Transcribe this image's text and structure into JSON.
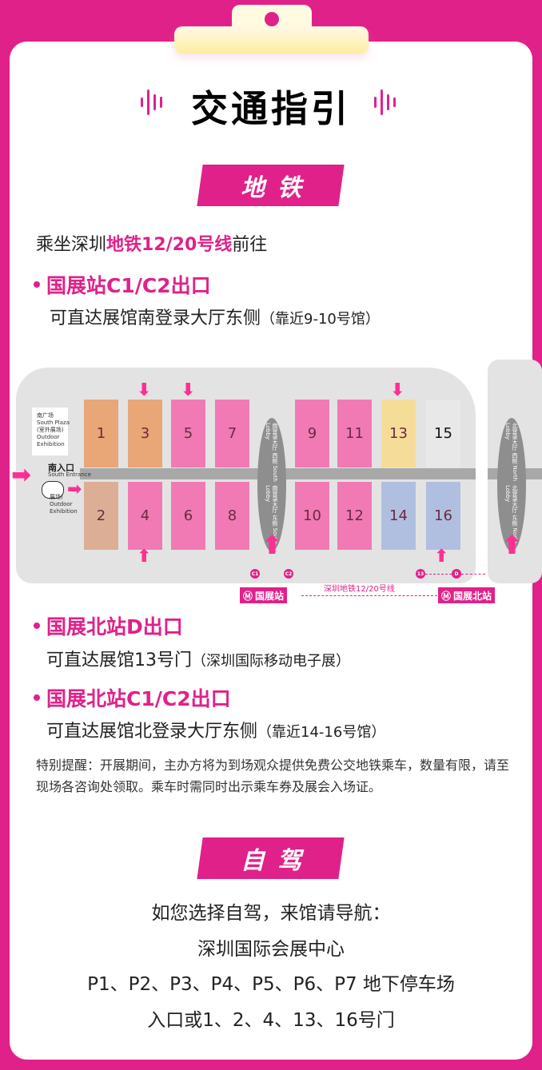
{
  "title": "交通指引",
  "metro": {
    "banner": "地铁",
    "intro_prefix": "乘坐深圳",
    "intro_highlight": "地铁12/20号线",
    "intro_suffix": "前往",
    "exits": [
      {
        "name": "国展站C1/C2出口",
        "desc": "可直达展馆南登录大厅东侧",
        "note": "（靠近9-10号馆）"
      },
      {
        "name": "国展北站D出口",
        "desc": "可直达展馆13号门",
        "note": "（深圳国际移动电子展）"
      },
      {
        "name": "国展北站C1/C2出口",
        "desc": "可直达展馆北登录大厅东侧",
        "note": "（靠近14-16号馆）"
      }
    ],
    "notice": "特别提醒：开展期间，主办方将为到场观众提供免费公交地铁乘车，数量有限，请至现场各咨询处领取。乘车时需同时出示乘车券及展会入场证。"
  },
  "map": {
    "halls": [
      {
        "n": "1",
        "color": "#e9a677"
      },
      {
        "n": "3",
        "color": "#e9a677"
      },
      {
        "n": "5",
        "color": "#f17ab5"
      },
      {
        "n": "7",
        "color": "#f17ab5"
      },
      {
        "n": "9",
        "color": "#f17ab5"
      },
      {
        "n": "11",
        "color": "#f17ab5"
      },
      {
        "n": "13",
        "color": "#f5dc98"
      },
      {
        "n": "15",
        "color": "#e8e8e8"
      },
      {
        "n": "2",
        "color": "#dcae95"
      },
      {
        "n": "4",
        "color": "#f17ab5"
      },
      {
        "n": "6",
        "color": "#f17ab5"
      },
      {
        "n": "8",
        "color": "#f17ab5"
      },
      {
        "n": "10",
        "color": "#f17ab5"
      },
      {
        "n": "12",
        "color": "#f17ab5"
      },
      {
        "n": "14",
        "color": "#b0bfe0"
      },
      {
        "n": "16",
        "color": "#b0bfe0"
      }
    ],
    "south_plaza": "南广场\nSouth Plaza\n(室外展场)\nOutdoor\nExhibition",
    "south_entrance": "南入口",
    "south_entrance_en": "South Entrance",
    "outdoor2": "展场)\nOutdoor\nExhibition",
    "south_lobby_west": "南登录大厅 西侧 South Lobby",
    "south_lobby_east": "南登录大厅 东侧 South Lobby",
    "north_lobby_west": "北登录大厅 西侧 North Lobby",
    "north_lobby_east": "北登录大厅 东侧 North Lobby",
    "station_south": "国展站",
    "station_north": "国展北站",
    "line_label": "深圳地铁12/20号线",
    "marks": [
      "C1",
      "C2",
      "13",
      "D"
    ]
  },
  "drive": {
    "banner": "自驾",
    "lines": [
      "如您选择自驾，来馆请导航：",
      "深圳国际会展中心",
      "P1、P2、P3、P4、P5、P6、P7 地下停车场",
      "入口或1、2、4、13、16号门"
    ]
  },
  "colors": {
    "accent": "#e0218a",
    "background": "#e0218a"
  }
}
